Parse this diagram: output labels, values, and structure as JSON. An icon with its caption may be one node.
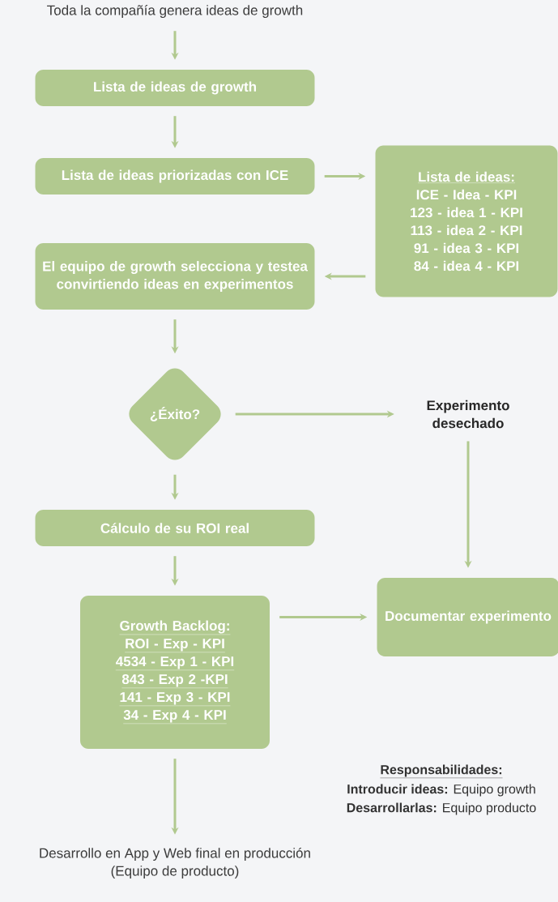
{
  "diagram": {
    "nodes": [
      {
        "text": [
          "Toda la compañía genera ideas de growth"
        ]
      },
      {
        "text": [
          "Lista de ideas de growth"
        ]
      },
      {
        "text": [
          "Lista de ideas priorizadas con ICE"
        ]
      },
      {
        "text": [
          "Lista de ideas:",
          "ICE - Idea - KPI",
          "123 - idea 1 - KPI",
          "113 - idea 2 - KPI",
          "91 - idea 3 - KPI",
          "84 - idea 4 - KPI"
        ]
      },
      {
        "text": [
          "El equipo de growth selecciona y testea convirtiendo ideas en experimentos"
        ]
      },
      {
        "text": [
          "¿Éxito?"
        ]
      },
      {
        "text": [
          "Experimento desechado"
        ]
      },
      {
        "text": [
          "Cálculo de su ROI real"
        ]
      },
      {
        "text": [
          "Growth Backlog:",
          "ROI - Exp - KPI",
          "4534 - Exp 1 - KPI",
          "843 - Exp 2 -KPI",
          "141 - Exp 3 - KPI",
          "34 - Exp 4 - KPI"
        ]
      },
      {
        "text": [
          "Documentar experimento"
        ]
      },
      {
        "text": [
          "Desarrollo en App y Web final en producción",
          "(Equipo de producto)"
        ]
      }
    ],
    "edges": [
      {
        "from": 0,
        "to": 1,
        "arrow": "to"
      },
      {
        "from": 1,
        "to": 2,
        "arrow": "to"
      },
      {
        "from": 2,
        "to": 3,
        "arrow": "to"
      },
      {
        "from": 3,
        "to": 4,
        "arrow": "to"
      },
      {
        "from": 4,
        "to": 5,
        "arrow": "to"
      },
      {
        "from": 5,
        "to": 6,
        "arrow": "to"
      },
      {
        "from": 5,
        "to": 7,
        "arrow": "to"
      },
      {
        "from": 6,
        "to": 9,
        "arrow": "to"
      },
      {
        "from": 7,
        "to": 8,
        "arrow": "to"
      },
      {
        "from": 8,
        "to": 9,
        "arrow": "to"
      },
      {
        "from": 8,
        "to": 10,
        "arrow": "to"
      }
    ],
    "labels": [
      "Responsabilidades:",
      "**Introducir ideas:** Equipo growth",
      "**Desarrollarlas:** Equipo producto"
    ]
  }
}
